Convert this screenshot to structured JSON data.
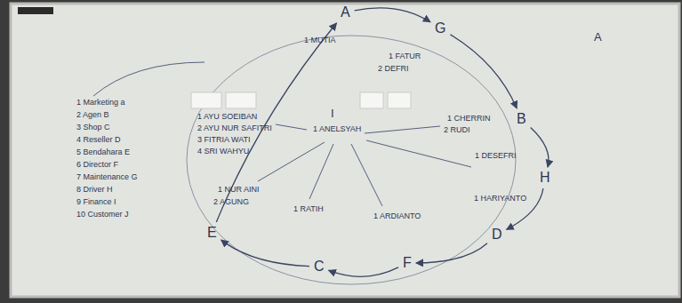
{
  "diagram": {
    "nodes": [
      {
        "text": [
          "A"
        ]
      },
      {
        "text": [
          "G"
        ]
      },
      {
        "text": [
          "B"
        ]
      },
      {
        "text": [
          "H"
        ]
      },
      {
        "text": [
          "D"
        ]
      },
      {
        "text": [
          "F"
        ]
      },
      {
        "text": [
          "C"
        ]
      },
      {
        "text": [
          "E"
        ]
      }
    ],
    "edges": [
      {
        "from": 0,
        "to": 1,
        "arrow": "to"
      },
      {
        "from": 1,
        "to": 2,
        "arrow": "to"
      },
      {
        "from": 2,
        "to": 3,
        "arrow": "to"
      },
      {
        "from": 3,
        "to": 4,
        "arrow": "to"
      },
      {
        "from": 4,
        "to": 5,
        "arrow": "to"
      },
      {
        "from": 5,
        "to": 6,
        "arrow": "to"
      },
      {
        "from": 6,
        "to": 7,
        "arrow": "to"
      },
      {
        "from": 7,
        "to": 0,
        "arrow": "to"
      }
    ],
    "labels": [
      "A",
      "1 MUTIA",
      "1 FATUR",
      "2 DEFRI",
      "1 Marketing a",
      "2 Agen B",
      "3 Shop C",
      "4 Reseller D",
      "5 Bendahara E",
      "6 Director F",
      "7 Maintenance G",
      "8 Driver H",
      "9 Finance I",
      "10 Customer J",
      "I",
      "1 ANELSYAH",
      "1 AYU SOEIBAN",
      "2 AYU NUR SAFITRI",
      "3 FITRIA WATI",
      "4 SRI WAHYU",
      "1 CHERRIN",
      "2 RUDI",
      "1 DESEFRI",
      "1 HARIYANTO",
      "1 NUR AINI",
      "2 AGUNG",
      "1 RATIH",
      "1 ARDIANTO"
    ]
  }
}
